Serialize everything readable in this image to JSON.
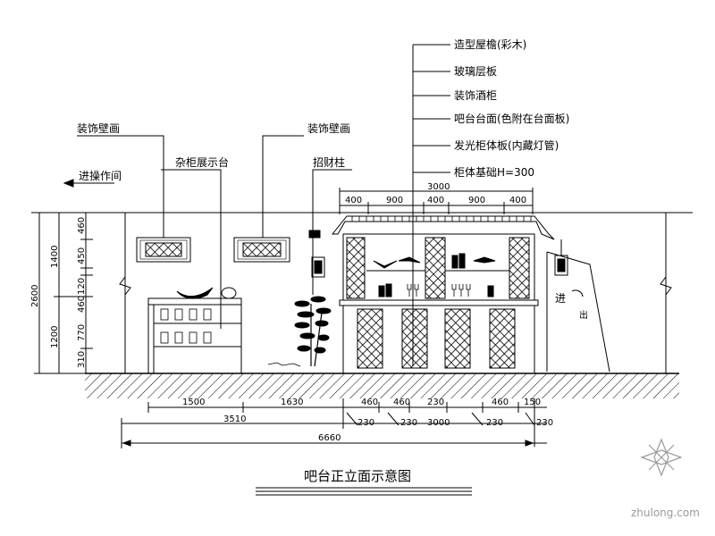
{
  "title": "吧台正立面示意图",
  "watermark": "zhulong.com",
  "callouts_right": [
    "造型屋檐(彩木)",
    "玻璃层板",
    "装饰酒柜",
    "吧台台面(色附在台面板)",
    "发光柜体板(内藏灯管)",
    "柜体基础H=300"
  ],
  "callouts_left": {
    "deco_paint_1": "装饰壁画",
    "deco_paint_2": "装饰壁画",
    "display_cabinet": "杂柜展示台",
    "fortune_pole": "招财柱",
    "to_hall": "进操作间"
  },
  "door_text": {
    "left": "进",
    "right": "出"
  },
  "dims_top": {
    "total": "3000",
    "segments": [
      "400",
      "900",
      "400",
      "900",
      "400"
    ]
  },
  "dims_left": {
    "outer": [
      "2600"
    ],
    "mid": [
      "1400",
      "1200"
    ],
    "inner": [
      "460",
      "450",
      "120",
      "460",
      "770",
      "310"
    ]
  },
  "dims_bottom": {
    "row1": [
      "1500",
      "1630",
      "460",
      "460",
      "230",
      "460",
      "150"
    ],
    "row2": [
      "3510",
      "230",
      "230",
      "3000",
      "230",
      "230"
    ],
    "total": "6660"
  },
  "colors": {
    "line": "#000000",
    "watermark": "#9a9a9a"
  }
}
